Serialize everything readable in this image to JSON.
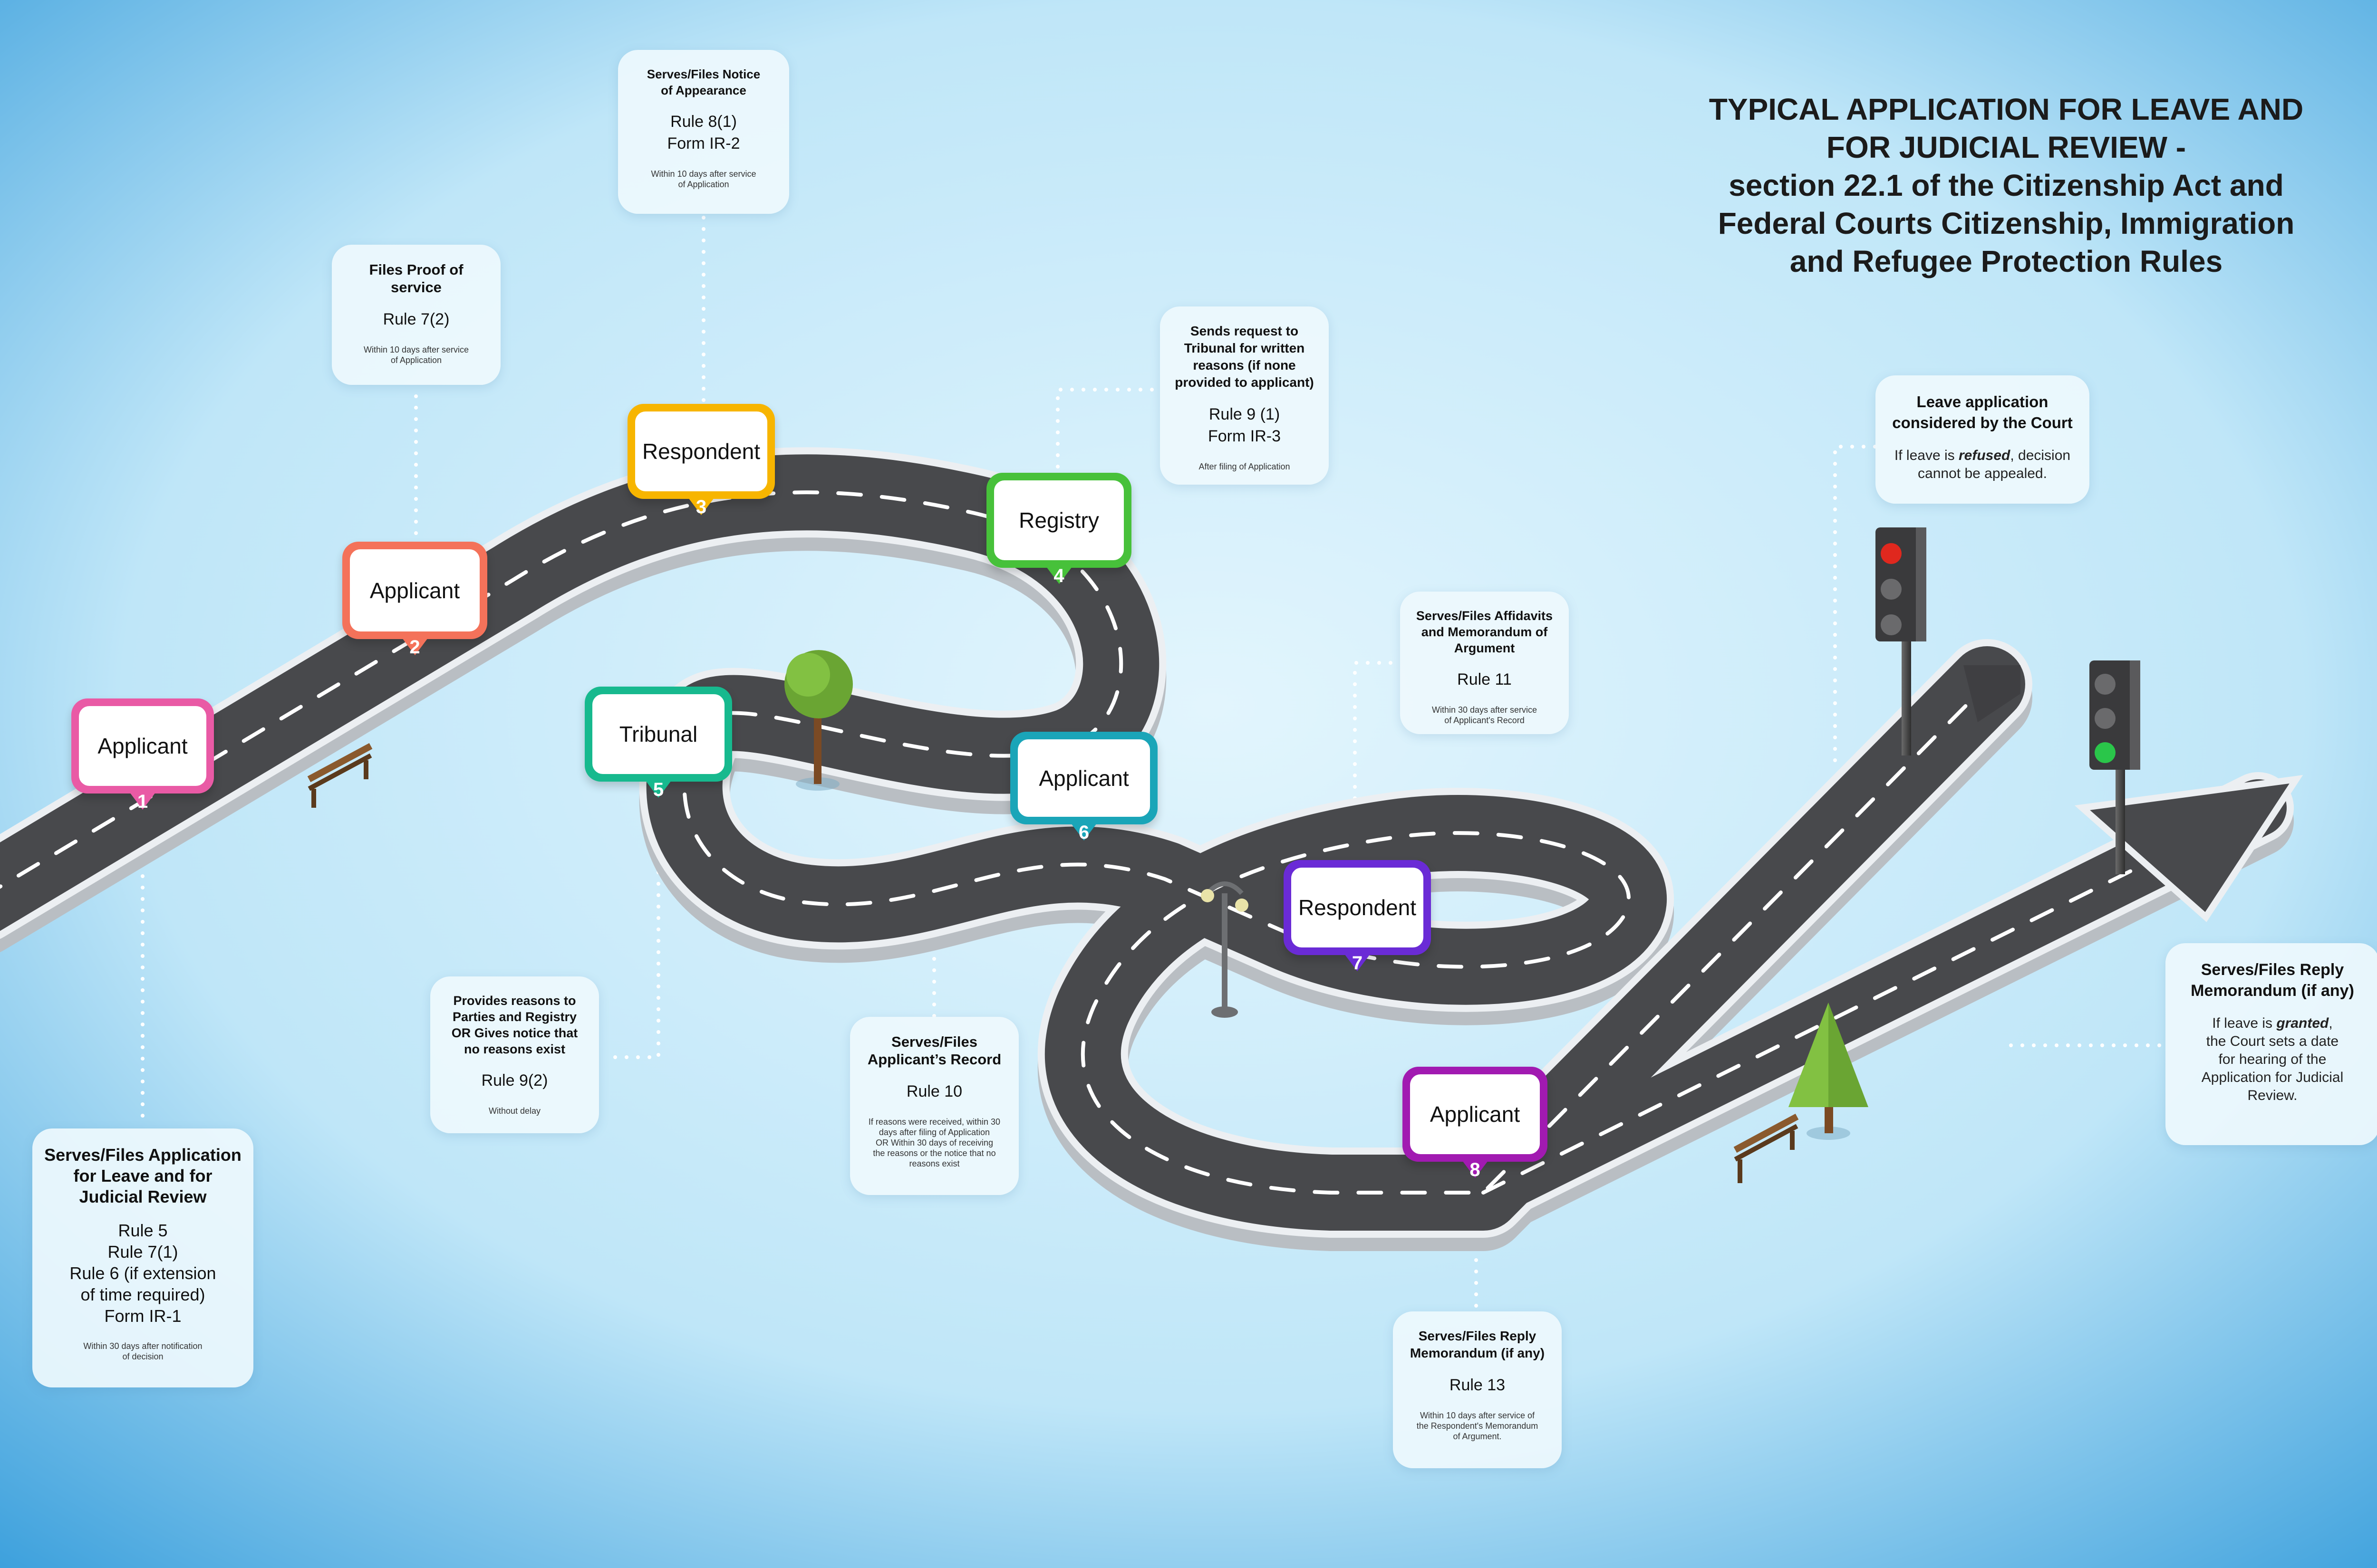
{
  "title": "TYPICAL APPLICATION FOR LEAVE AND\nFOR JUDICIAL REVIEW -\nsection 22.1 of the Citizenship Act and\nFederal Courts Citizenship, Immigration\nand Refugee Protection Rules",
  "colors": {
    "step1": "#e95aa5",
    "step2": "#f4725a",
    "step3": "#f7b500",
    "step4": "#47c13a",
    "step5": "#17b98e",
    "step6": "#1aa5b8",
    "step7": "#6a2bd6",
    "step8": "#a11ab1",
    "road": "#4a4a4d",
    "road_edge": "#e4e7ea",
    "sky_top": "#2e9bd9",
    "sky_mid": "#d2effb"
  },
  "markers": [
    {
      "label": "Applicant",
      "number": "1"
    },
    {
      "label": "Applicant",
      "number": "2"
    },
    {
      "label": "Respondent",
      "number": "3"
    },
    {
      "label": "Registry",
      "number": "4"
    },
    {
      "label": "Tribunal",
      "number": "5"
    },
    {
      "label": "Applicant",
      "number": "6"
    },
    {
      "label": "Respondent",
      "number": "7"
    },
    {
      "label": "Applicant",
      "number": "8"
    }
  ],
  "cards": [
    {
      "heading": "Serves/Files Application\nfor Leave and for\nJudicial Review",
      "rules": "Rule 5\nRule 7(1)\nRule 6 (if extension\nof time required)\nForm IR-1",
      "timing": "Within 30 days after notification\nof decision"
    },
    {
      "heading": "Files Proof of\nservice",
      "rules": "Rule 7(2)",
      "timing": "Within 10 days after service\nof Application"
    },
    {
      "heading": "Serves/Files Notice\nof Appearance",
      "rules": "Rule  8(1)\nForm  IR-2",
      "timing": "Within 10 days after service\nof Application"
    },
    {
      "heading": "Sends request to\nTribunal for written\nreasons (if none\nprovided to applicant)",
      "rules": "Rule 9 (1)\nForm IR-3",
      "timing": "After filing of Application"
    },
    {
      "heading": "Provides reasons to\nParties and Registry\nOR Gives notice that\nno reasons exist",
      "rules": "Rule 9(2)",
      "timing": "Without delay"
    },
    {
      "heading": "Serves/Files\nApplicant’s Record",
      "rules": "Rule 10",
      "timing": "If reasons were received, within 30\ndays after filing of Application\nOR Within 30 days of receiving\nthe reasons or the notice that no\nreasons exist"
    },
    {
      "heading": "Serves/Files Affidavits\nand Memorandum of\nArgument",
      "rules": "Rule 11",
      "timing": "Within 30 days after service\nof Applicant's Record"
    },
    {
      "heading": "Serves/Files Reply\nMemorandum (if any)",
      "rules": "Rule 13",
      "timing": "Within 10 days after service of\nthe Respondent's Memorandum\nof Argument."
    }
  ],
  "leave_card": {
    "heading": "Leave application\nconsidered by the Court",
    "note_pre": "If leave is ",
    "note_em": "refused",
    "note_post": ", decision\ncannot be appealed."
  },
  "granted_card": {
    "heading": "Serves/Files Reply\nMemorandum (if any)",
    "note_pre": "If leave is ",
    "note_em": "granted",
    "note_post": ",\nthe Court sets a date\nfor hearing of the\nApplication for Judicial\nReview."
  }
}
